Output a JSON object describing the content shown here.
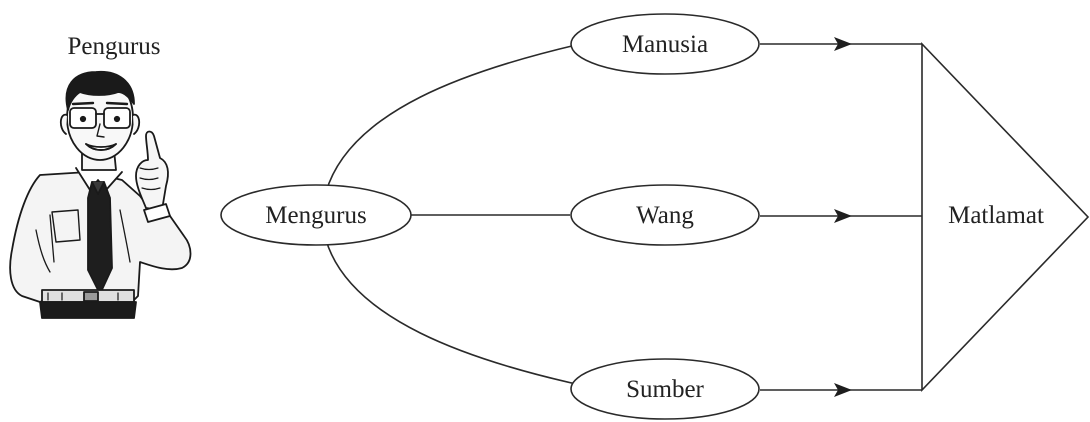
{
  "diagram": {
    "manager_label": "Pengurus",
    "center_node": "Mengurus",
    "resources": [
      "Manusia",
      "Wang",
      "Sumber"
    ],
    "goal_node": "Matlamat"
  },
  "illustration": {
    "subject": "manager-figure",
    "icon": "pointing-man-icon"
  }
}
